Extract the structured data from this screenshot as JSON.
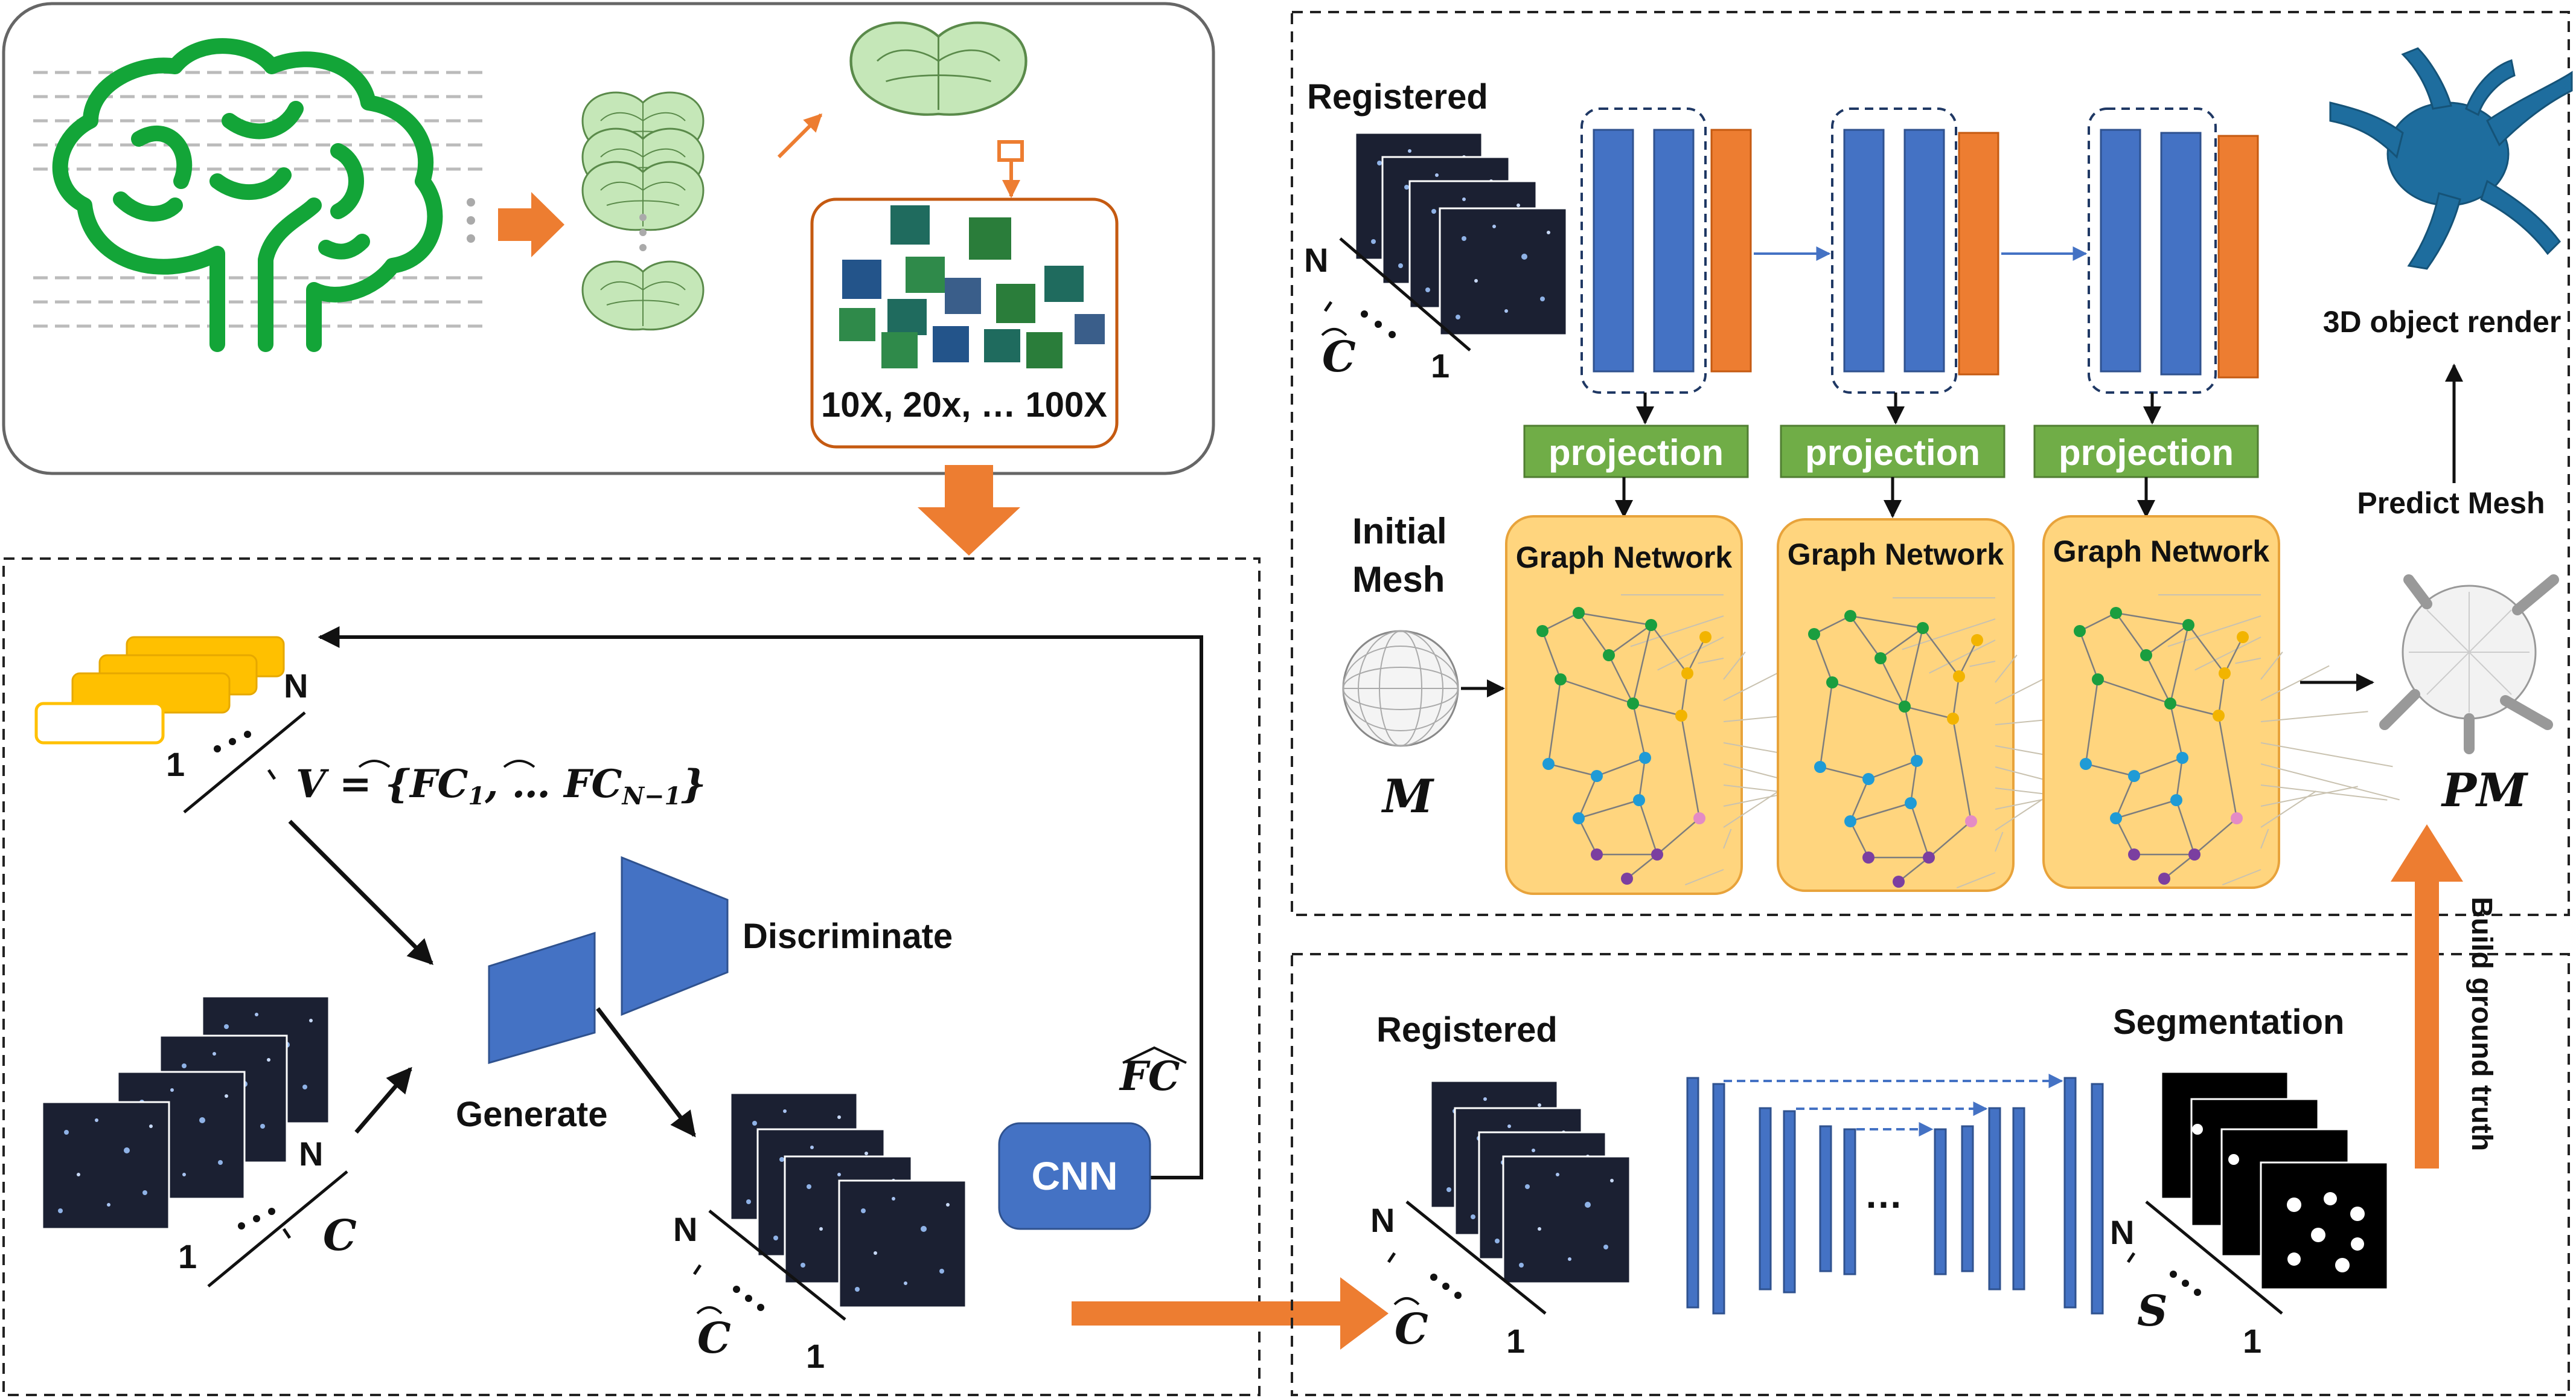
{
  "top_panel": {
    "magnification_label": "10X, 20x, … 100X"
  },
  "gan_panel": {
    "N_label": "N",
    "one_label": "1",
    "V_formula": "V = {FC₁, … FC_N−1}",
    "V_lhs": "V = {",
    "V_fc1": "FC",
    "V_sub1": "1",
    "V_mid": ", … ",
    "V_fc2": "FC",
    "V_sub2": "N−1",
    "V_close": "}",
    "discriminate_label": "Discriminate",
    "generate_label": "Generate",
    "input_N": "N",
    "input_one": "1",
    "input_C": "C",
    "output_N": "N",
    "output_one": "1",
    "output_C": "C",
    "cnn_label": "CNN",
    "fc_label": "FC"
  },
  "mesh_panel": {
    "registered_label": "Registered",
    "N_label": "N",
    "one_label": "1",
    "C_label": "C",
    "projection_labels": [
      "projection",
      "projection",
      "projection"
    ],
    "initial_mesh_label_1": "Initial",
    "initial_mesh_label_2": "Mesh",
    "M_label": "M",
    "graph_network_labels": [
      "Graph Network",
      "Graph Network",
      "Graph Network"
    ],
    "render_label": "3D object render",
    "predict_label": "Predict Mesh",
    "PM_label": "PM"
  },
  "seg_panel": {
    "registered_label": "Registered",
    "segmentation_label": "Segmentation",
    "N_label": "N",
    "one_label": "1",
    "C_label": "C",
    "dots_label": "…",
    "seg_N": "N",
    "seg_one": "1",
    "S_label": "S",
    "build_gt_label": "Build ground truth"
  },
  "colors": {
    "blue": "#4472c4",
    "orange": "#ed7d31",
    "green_brain": "#13a538",
    "projection_green": "#70ad47",
    "graph_bg": "#ffd57e",
    "yellow_card": "#ffc000",
    "micro_bg": "#1b2032"
  }
}
